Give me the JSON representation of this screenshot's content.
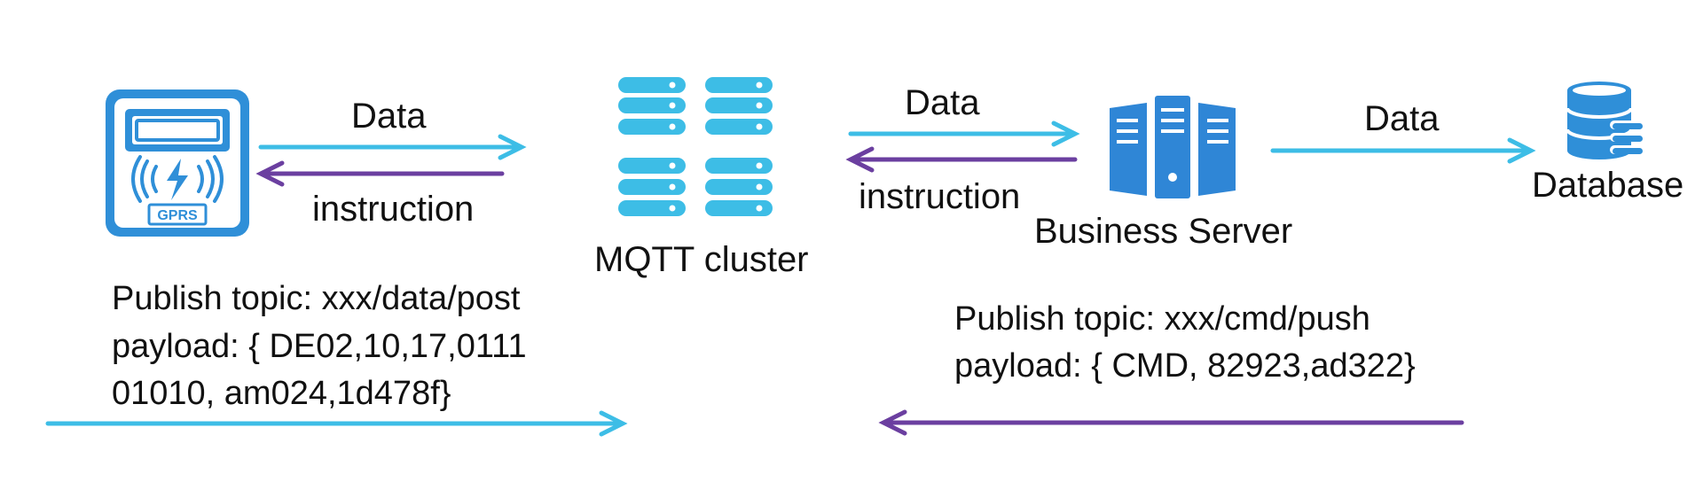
{
  "colors": {
    "cyan": "#3dbde6",
    "purple": "#6b3fa0",
    "blue": "#2f8fd8",
    "server_blue": "#2f86d6",
    "text": "#111111"
  },
  "nodes": {
    "meter": {
      "badge": "GPRS",
      "icon": "smart-meter-icon"
    },
    "mqtt": {
      "label": "MQTT cluster",
      "icon": "server-rack-icon"
    },
    "business": {
      "label": "Business Server",
      "icon": "server-tower-icon"
    },
    "database": {
      "label": "Database",
      "icon": "database-icon"
    }
  },
  "edges": {
    "meter_to_mqtt_data": "Data",
    "mqtt_to_meter_instruction": "instruction",
    "mqtt_to_business_data": "Data",
    "business_to_mqtt_instruction": "instruction",
    "business_to_db_data": "Data"
  },
  "notes": {
    "publish_data": {
      "line1": "Publish topic: xxx/data/post",
      "line2": "payload: { DE02,10,17,0111",
      "line3": "01010, am024,1d478f}"
    },
    "publish_cmd": {
      "line1": "Publish topic: xxx/cmd/push",
      "line2": "payload: { CMD, 82923,ad322}"
    }
  }
}
